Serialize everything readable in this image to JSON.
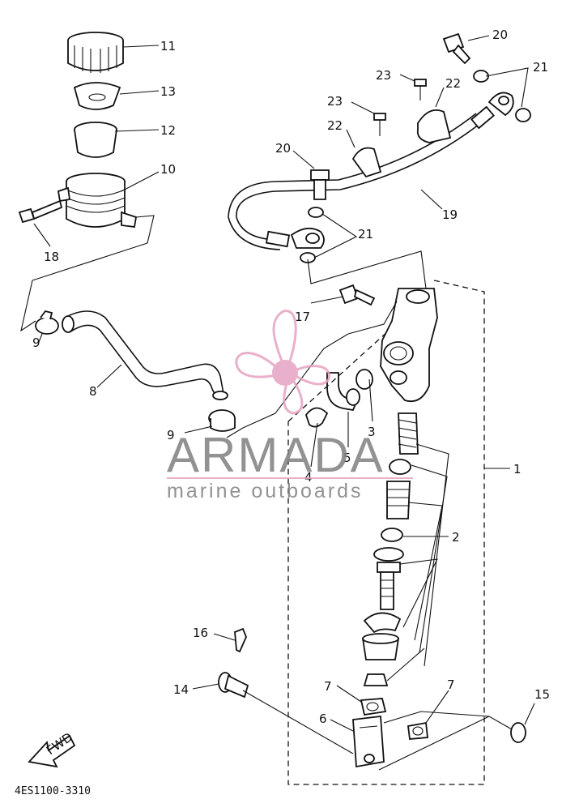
{
  "diagram": {
    "callouts": [
      "11",
      "13",
      "12",
      "10",
      "18",
      "20",
      "23",
      "22",
      "21",
      "19",
      "17",
      "9",
      "8",
      "3",
      "5",
      "4",
      "1",
      "2",
      "16",
      "14",
      "7",
      "6",
      "15"
    ],
    "fwd_label": "FWD",
    "drawing_code": "4ES1100-3310"
  },
  "watermark": {
    "brand": "ARMADA",
    "tagline": "marine outboards",
    "accent_color": "#e6a3c2",
    "text_color": "#808080"
  }
}
